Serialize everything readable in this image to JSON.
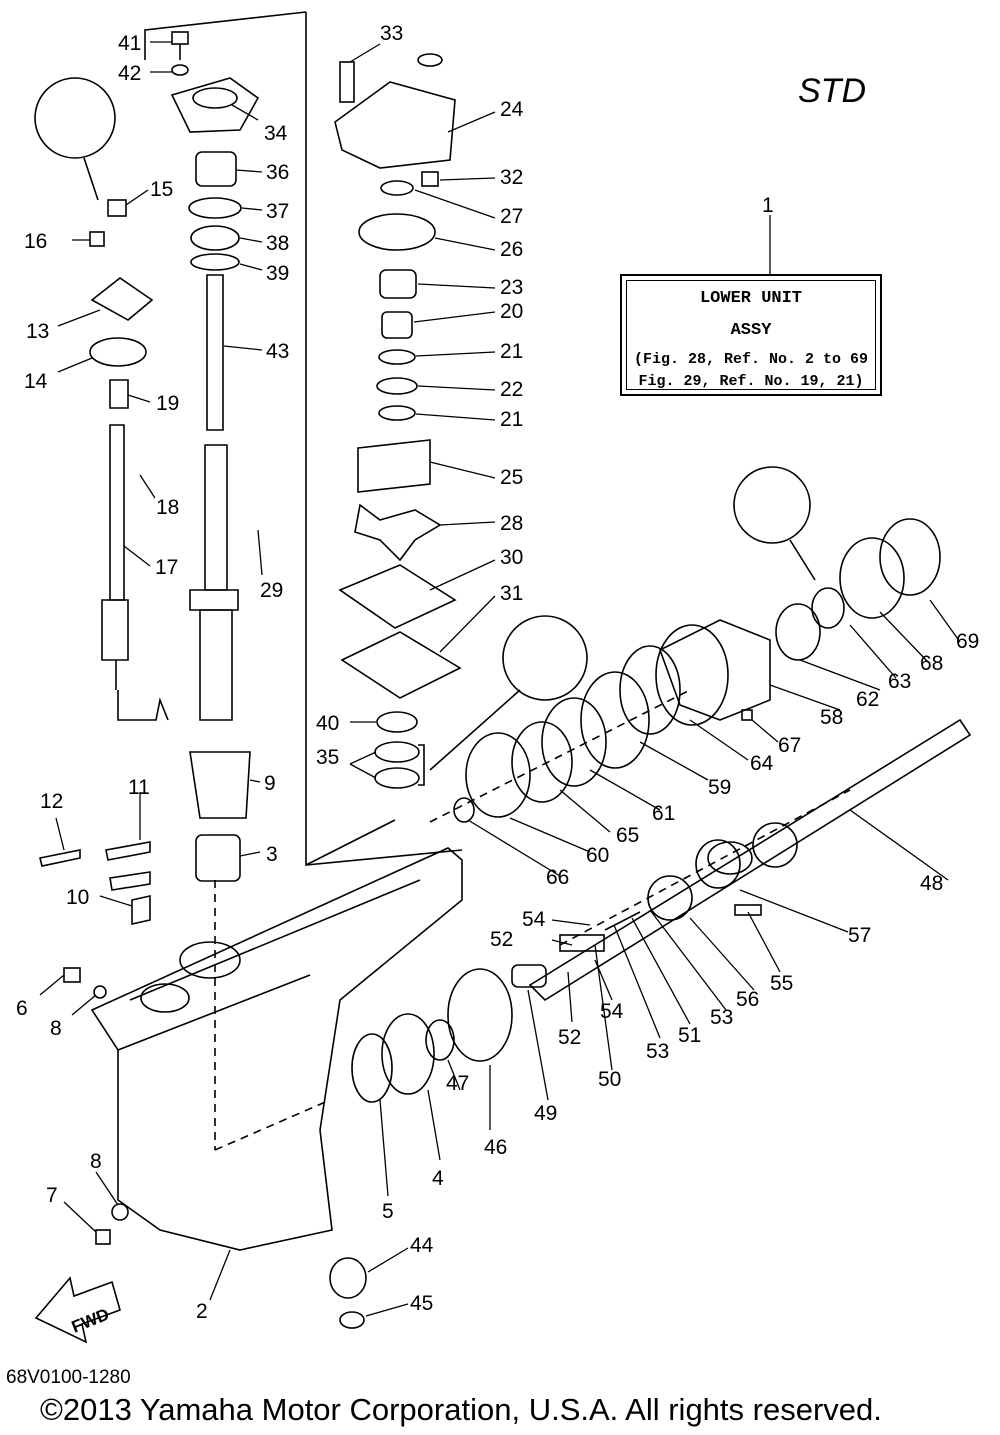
{
  "std_label": "STD",
  "assy_box": {
    "ref": "1",
    "line1": "LOWER UNIT",
    "line2": "ASSY",
    "line3": "(Fig. 28, Ref. No. 2 to 69",
    "line4": "Fig. 29, Ref. No. 19, 21)"
  },
  "fwd_label": "FWD",
  "diagram_code": "68V0100-1280",
  "copyright": "©2013 Yamaha Motor Corporation, U.S.A. All rights reserved.",
  "callouts": [
    "2",
    "3",
    "4",
    "5",
    "6",
    "7",
    "8",
    "8",
    "9",
    "10",
    "11",
    "12",
    "13",
    "14",
    "15",
    "16",
    "17",
    "18",
    "19",
    "20",
    "21",
    "21",
    "22",
    "23",
    "24",
    "25",
    "26",
    "27",
    "28",
    "29",
    "30",
    "31",
    "32",
    "33",
    "34",
    "35",
    "36",
    "37",
    "38",
    "39",
    "40",
    "41",
    "42",
    "43",
    "44",
    "45",
    "46",
    "47",
    "48",
    "49",
    "50",
    "51",
    "52",
    "52",
    "53",
    "53",
    "54",
    "54",
    "55",
    "56",
    "57",
    "58",
    "59",
    "60",
    "61",
    "62",
    "63",
    "64",
    "65",
    "66",
    "67",
    "68",
    "69"
  ]
}
